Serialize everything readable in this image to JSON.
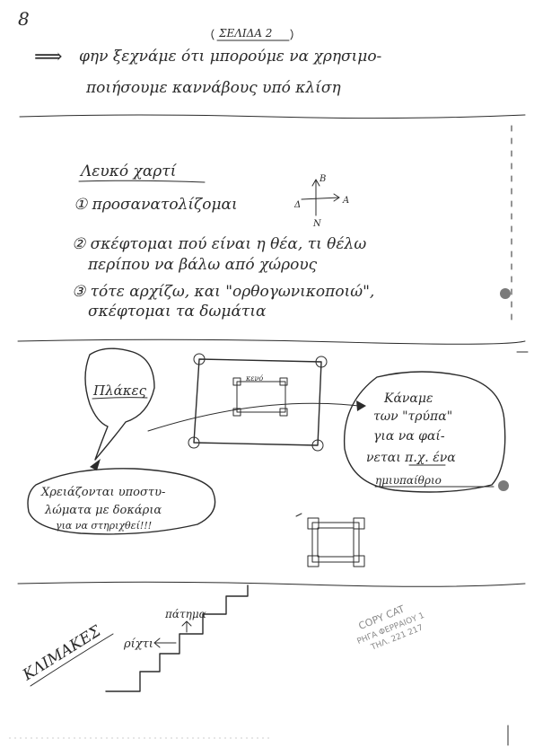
{
  "page": {
    "number": "8",
    "heading": "ΣΕΛΙΔΑ 2"
  },
  "intro": {
    "arrow": "⟹",
    "line1": "φην ξεχνάμε ότι μπορούμε να χρησιμο-",
    "line2": "ποιήσουμε καννάβους υπό κλίση"
  },
  "blank_paper": {
    "title": "Λευκό χαρτί",
    "step1": "① προσανατολίζομαι",
    "compass": {
      "north_top": "B",
      "south": "N",
      "west": "Δ",
      "east": "Α"
    },
    "step2_line1": "② σκέφτομαι πού είναι η θέα, τι θέλω",
    "step2_line2": "περίπου να βάλω από χώρους",
    "step3_line1": "③ τότε αρχίζω, και \"ορθογωνικοποιώ\",",
    "step3_line2": "σκέφτομαι τα δωμάτια"
  },
  "slabs": {
    "bubble_label": "Πλάκες",
    "grid_label": "κενό",
    "callout_right": [
      "Κάναμε",
      "των \"τρύπα\"",
      "για να φαί-",
      "νεται π.χ. ένα",
      "ημιυπαίθριο"
    ],
    "callout_left": [
      "Χρειάζονται υποστυ-",
      "λώματα με δοκάρια",
      "για να στηριχθεί!!!"
    ]
  },
  "stairs": {
    "title": "ΚΛΙΜΑΚΕΣ",
    "landing": "πάτημα",
    "riser": "ρίχτι"
  },
  "stamp": [
    "COPY CAT",
    "ΡΗΓΑ ΦΕΡΡΑΙΟΥ 1",
    "ΤΗΛ. 221 217"
  ]
}
